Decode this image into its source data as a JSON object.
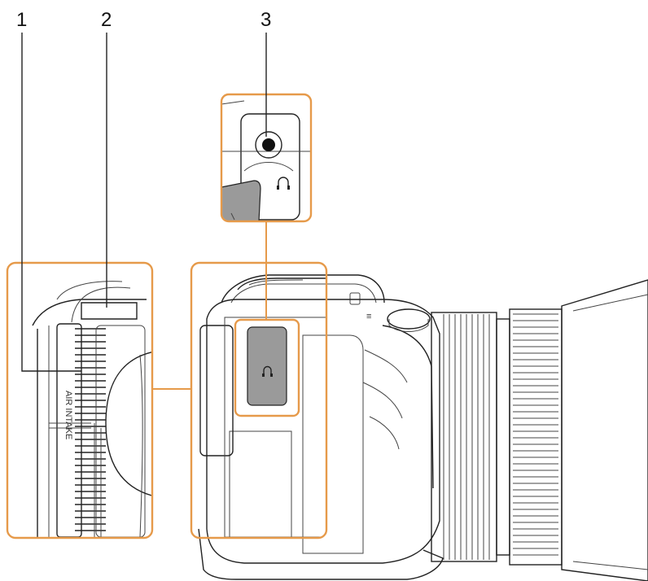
{
  "callouts": [
    {
      "number": "1",
      "target": "air intake vents"
    },
    {
      "number": "2",
      "target": "strap mount"
    },
    {
      "number": "3",
      "target": "headphone terminal"
    }
  ],
  "embossed_text": {
    "air_intake": "AIR INTAKE"
  },
  "colors": {
    "highlight_box": "#e69a4a",
    "line_art": "#222222",
    "terminal_cover": "#9a9a9a"
  },
  "icons": [
    "headphone-icon"
  ]
}
